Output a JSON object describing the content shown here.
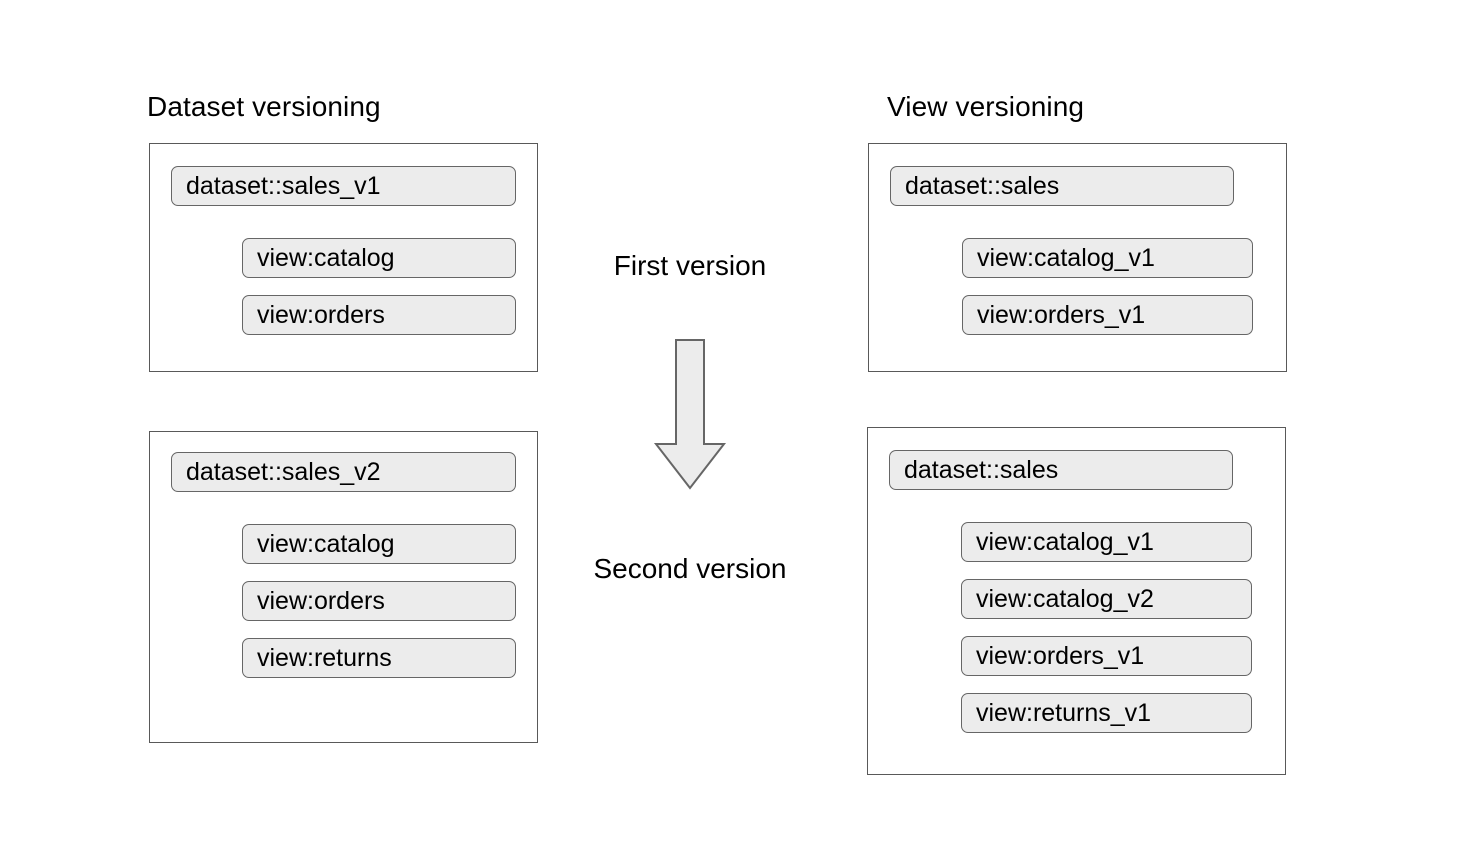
{
  "diagram": {
    "title_left": "Dataset versioning",
    "title_right": "View versioning",
    "center": {
      "first_label": "First version",
      "second_label": "Second version",
      "arrow_icon": "arrow-down-icon",
      "arrow_direction": "down"
    },
    "colors": {
      "page_background": "#ffffff",
      "group_border": "#595959",
      "pill_fill": "#ececec",
      "pill_border": "#666666",
      "text": "#000000",
      "arrow_fill": "#ececec",
      "arrow_border": "#666666"
    },
    "columns": [
      {
        "name": "dataset-versioning",
        "heading": "Dataset versioning",
        "groups": [
          {
            "name": "first-version-group",
            "dataset": "dataset::sales_v1",
            "views": [
              "view:catalog",
              "view:orders"
            ]
          },
          {
            "name": "second-version-group",
            "dataset": "dataset::sales_v2",
            "views": [
              "view:catalog",
              "view:orders",
              "view:returns"
            ]
          }
        ]
      },
      {
        "name": "view-versioning",
        "heading": "View versioning",
        "groups": [
          {
            "name": "first-version-group",
            "dataset": "dataset::sales",
            "views": [
              "view:catalog_v1",
              "view:orders_v1"
            ]
          },
          {
            "name": "second-version-group",
            "dataset": "dataset::sales",
            "views": [
              "view:catalog_v1",
              "view:catalog_v2",
              "view:orders_v1",
              "view:returns_v1"
            ]
          }
        ]
      }
    ]
  }
}
